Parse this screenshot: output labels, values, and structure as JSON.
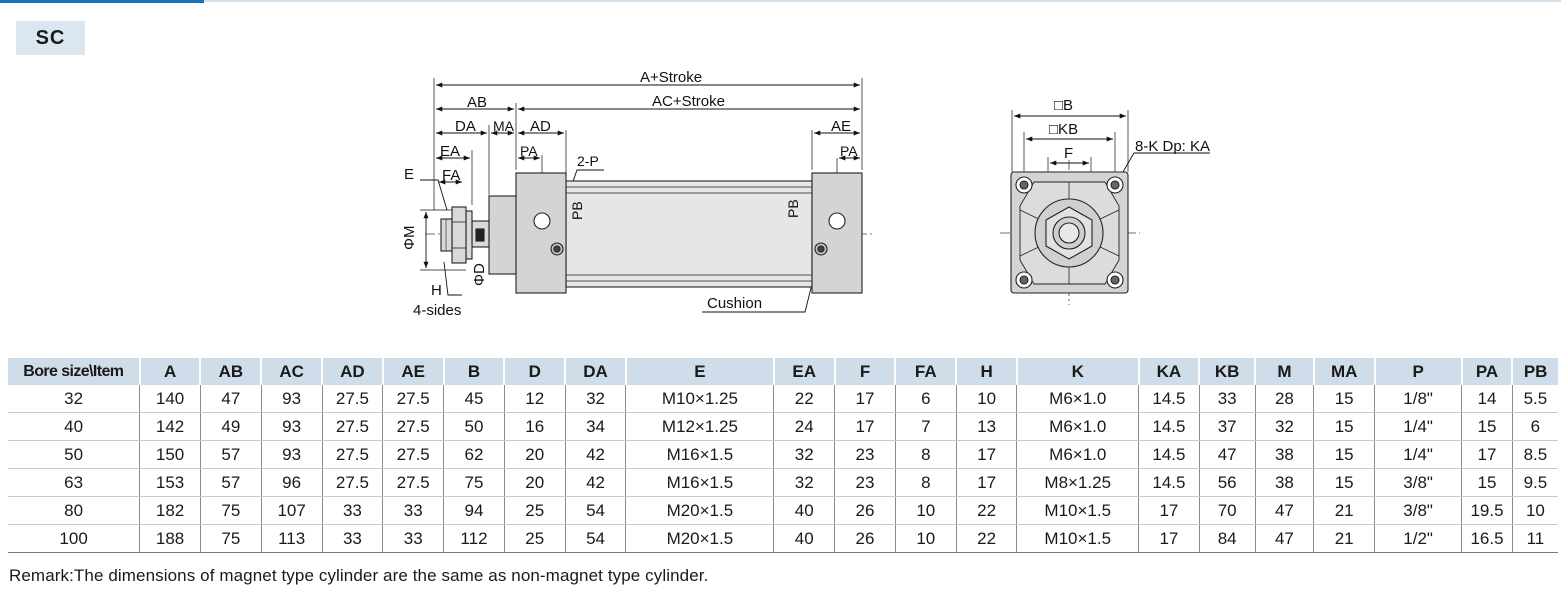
{
  "badge": "SC",
  "drawing": {
    "a_stroke": "A+Stroke",
    "ab": "AB",
    "ac_stroke": "AC+Stroke",
    "da": "DA",
    "ma": "MA",
    "ad": "AD",
    "ae": "AE",
    "ea": "EA",
    "fa": "FA",
    "e": "E",
    "pa_left": "PA",
    "pa_right": "PA",
    "two_p": "2-P",
    "pb_left": "PB",
    "pb_right": "PB",
    "phi_m": "ΦM",
    "phi_d": "ΦD",
    "h": "H",
    "four_sides": "4-sides",
    "cushion": "Cushion",
    "sq_b": "□B",
    "sq_kb": "□KB",
    "f": "F",
    "eight_k": "8-K Dp: KA"
  },
  "table": {
    "headers": [
      "Bore size\\Item",
      "A",
      "AB",
      "AC",
      "AD",
      "AE",
      "B",
      "D",
      "DA",
      "E",
      "EA",
      "F",
      "FA",
      "H",
      "K",
      "KA",
      "KB",
      "M",
      "MA",
      "P",
      "PA",
      "PB"
    ],
    "rows": [
      [
        "32",
        "140",
        "47",
        "93",
        "27.5",
        "27.5",
        "45",
        "12",
        "32",
        "M10×1.25",
        "22",
        "17",
        "6",
        "10",
        "M6×1.0",
        "14.5",
        "33",
        "28",
        "15",
        "1/8\"",
        "14",
        "5.5"
      ],
      [
        "40",
        "142",
        "49",
        "93",
        "27.5",
        "27.5",
        "50",
        "16",
        "34",
        "M12×1.25",
        "24",
        "17",
        "7",
        "13",
        "M6×1.0",
        "14.5",
        "37",
        "32",
        "15",
        "1/4\"",
        "15",
        "6"
      ],
      [
        "50",
        "150",
        "57",
        "93",
        "27.5",
        "27.5",
        "62",
        "20",
        "42",
        "M16×1.5",
        "32",
        "23",
        "8",
        "17",
        "M6×1.0",
        "14.5",
        "47",
        "38",
        "15",
        "1/4\"",
        "17",
        "8.5"
      ],
      [
        "63",
        "153",
        "57",
        "96",
        "27.5",
        "27.5",
        "75",
        "20",
        "42",
        "M16×1.5",
        "32",
        "23",
        "8",
        "17",
        "M8×1.25",
        "14.5",
        "56",
        "38",
        "15",
        "3/8\"",
        "15",
        "9.5"
      ],
      [
        "80",
        "182",
        "75",
        "107",
        "33",
        "33",
        "94",
        "25",
        "54",
        "M20×1.5",
        "40",
        "26",
        "10",
        "22",
        "M10×1.5",
        "17",
        "70",
        "47",
        "21",
        "3/8\"",
        "19.5",
        "10"
      ],
      [
        "100",
        "188",
        "75",
        "113",
        "33",
        "33",
        "112",
        "25",
        "54",
        "M20×1.5",
        "40",
        "26",
        "10",
        "22",
        "M10×1.5",
        "17",
        "84",
        "47",
        "21",
        "1/2\"",
        "16.5",
        "11"
      ]
    ]
  },
  "remark": "Remark:The dimensions of magnet type cylinder are the same as non-magnet type cylinder."
}
